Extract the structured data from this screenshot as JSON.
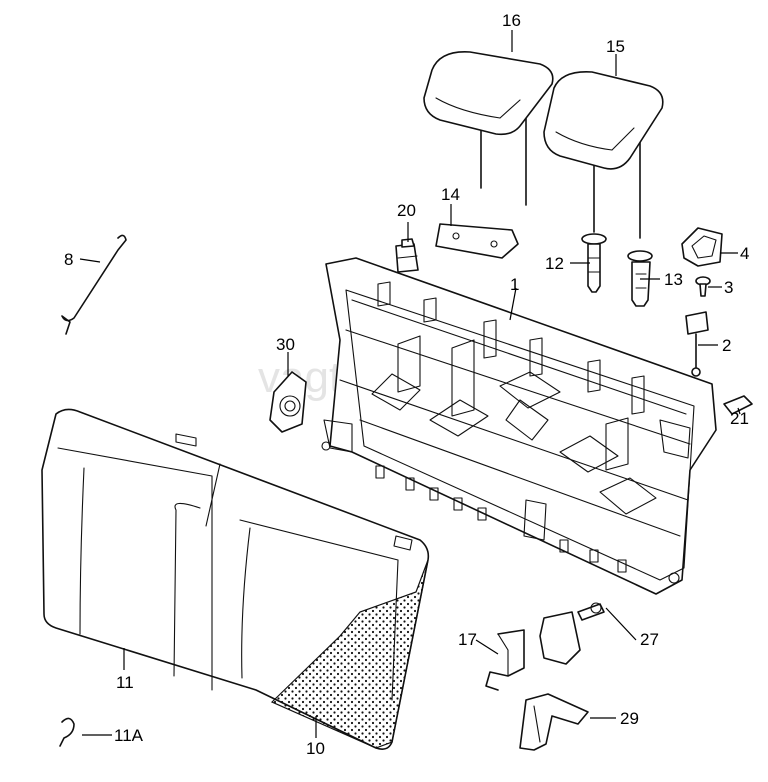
{
  "watermark": "vagtec.ru",
  "callouts": {
    "c1": "1",
    "c2": "2",
    "c3": "3",
    "c4": "4",
    "c8": "8",
    "c10": "10",
    "c11": "11",
    "c11a": "11A",
    "c12": "12",
    "c13": "13",
    "c14": "14",
    "c15": "15",
    "c16": "16",
    "c17": "17",
    "c20": "20",
    "c21": "21",
    "c27": "27",
    "c29": "29",
    "c30": "30"
  }
}
